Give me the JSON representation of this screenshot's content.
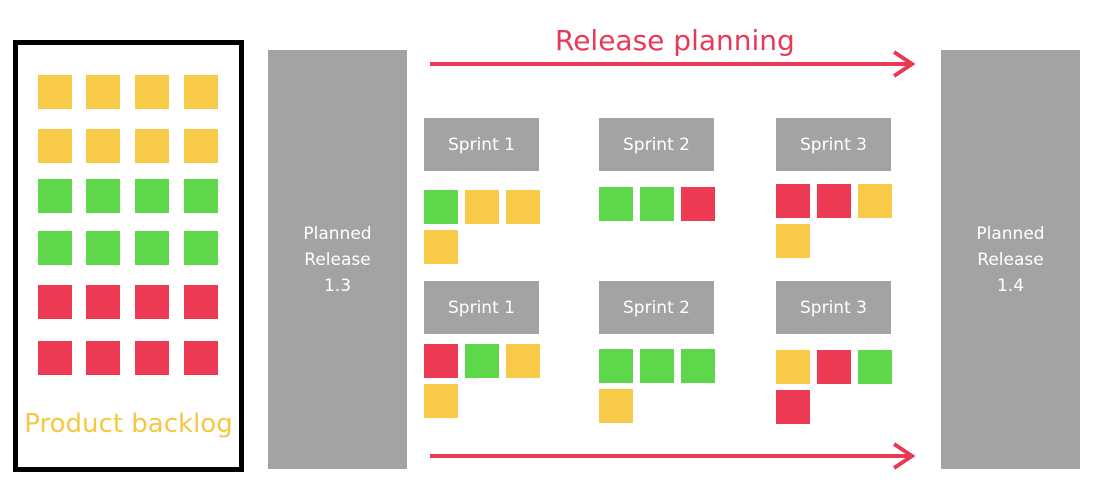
{
  "colors": {
    "yellow": "#f7cb47",
    "green": "#5ed84a",
    "red": "#ee3a52",
    "gray": "#a3a3a3",
    "arrow": "#e83a55"
  },
  "backlog": {
    "label": "Product backlog",
    "rows": [
      [
        "yellow",
        "yellow",
        "yellow",
        "yellow"
      ],
      [
        "yellow",
        "yellow",
        "yellow",
        "yellow"
      ],
      [
        "green",
        "green",
        "green",
        "green"
      ],
      [
        "green",
        "green",
        "green",
        "green"
      ],
      [
        "red",
        "red",
        "red",
        "red"
      ],
      [
        "red",
        "red",
        "red",
        "red"
      ]
    ]
  },
  "release_planning": {
    "title": "Release planning"
  },
  "planned_release_left": {
    "line1": "Planned",
    "line2": "Release",
    "line3": "1.3"
  },
  "planned_release_right": {
    "line1": "Planned",
    "line2": "Release",
    "line3": "1.4"
  },
  "sprints": [
    {
      "label": "Sprint 1",
      "items": [
        "green",
        "yellow",
        "yellow",
        "yellow"
      ]
    },
    {
      "label": "Sprint 2",
      "items": [
        "green",
        "green",
        "red"
      ]
    },
    {
      "label": "Sprint 3",
      "items": [
        "red",
        "red",
        "yellow",
        "yellow"
      ]
    },
    {
      "label": "Sprint 1",
      "items": [
        "red",
        "green",
        "yellow",
        "yellow"
      ]
    },
    {
      "label": "Sprint 2",
      "items": [
        "green",
        "green",
        "green",
        "yellow"
      ]
    },
    {
      "label": "Sprint 3",
      "items": [
        "yellow",
        "red",
        "green",
        "red"
      ]
    }
  ]
}
